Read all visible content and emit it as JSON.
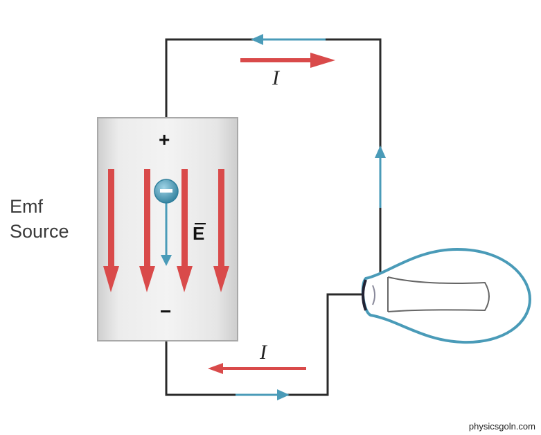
{
  "emf_label": [
    "Emf",
    "Source"
  ],
  "plus_sign": "+",
  "minus_sign": "−",
  "efield_symbol": "E",
  "current_label_top": "I",
  "current_label_bottom": "I",
  "credit": "physicsgoln.com",
  "colors": {
    "field_arrow": "#d94a4a",
    "electron_and_flow": "#4a9bb8",
    "wire": "#2a2a2a",
    "source_box": "#e2e2e2",
    "bulb_outline": "#4a9bb8"
  }
}
